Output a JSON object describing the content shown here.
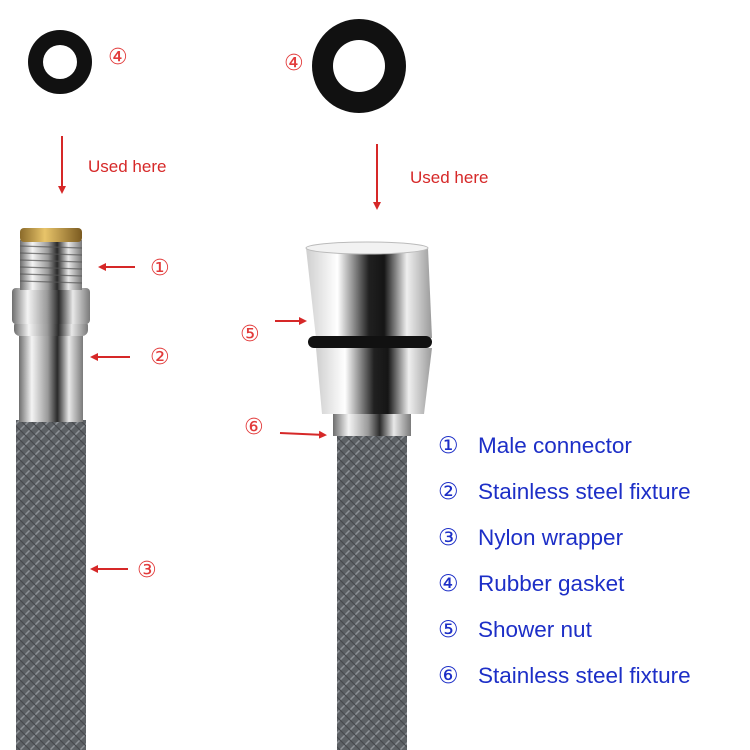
{
  "callouts": {
    "left_gasket_num": "④",
    "right_gasket_num": "④",
    "left_used_here": "Used here",
    "right_used_here": "Used here",
    "n1": "①",
    "n2": "②",
    "n3": "③",
    "n5": "⑤",
    "n6": "⑥"
  },
  "legend": [
    {
      "num": "①",
      "label": "Male connector"
    },
    {
      "num": "②",
      "label": "Stainless steel fixture"
    },
    {
      "num": "③",
      "label": "Nylon wrapper"
    },
    {
      "num": "④",
      "label": "Rubber gasket"
    },
    {
      "num": "⑤",
      "label": "Shower nut"
    },
    {
      "num": "⑥",
      "label": "Stainless steel fixture"
    }
  ],
  "colors": {
    "callout": "#d62828",
    "legend": "#1d2fc7",
    "hose": "#5f6366",
    "gasket": "#111111"
  }
}
